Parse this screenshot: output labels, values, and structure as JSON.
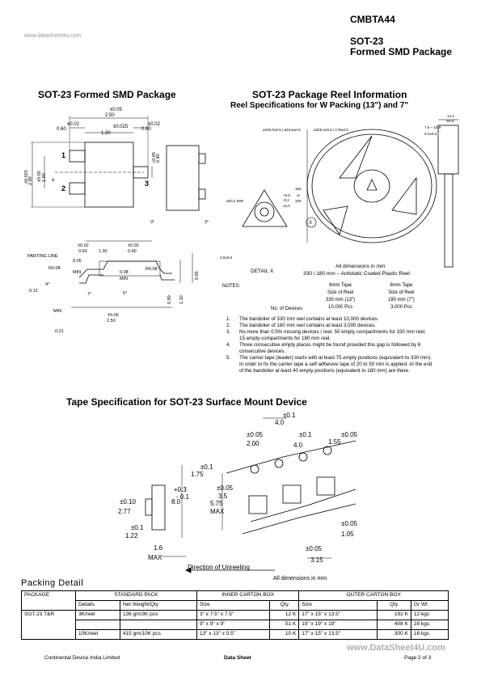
{
  "header": {
    "part": "CMBTA44",
    "package_line1": "SOT-23",
    "package_line2": "Formed SMD Package",
    "watermark_top": "www.datasheet4u.com"
  },
  "smd": {
    "title": "SOT-23 Formed SMD Package",
    "dims_top": [
      "±0.05",
      "2.50",
      "±0.02",
      "±0.025",
      "±0.02",
      "0.60",
      "1.30",
      "0.60"
    ],
    "pins": [
      "1",
      "2",
      "3"
    ],
    "side_dims": [
      "±0.025",
      "2.90",
      "±0.05",
      "1.90",
      "±0.05",
      "0.95",
      "d",
      "+0.05",
      "0.40",
      "-0.02"
    ],
    "angle": "3°",
    "bottom_dims": [
      "±0.02",
      "0.60",
      "1.30",
      "±0.02",
      "0.60",
      "±0.02",
      "0.05",
      "MIN",
      "±0.02",
      "0.08",
      "MIN"
    ],
    "labels": [
      "PARTING LINE",
      "R0.08",
      "R0.08",
      "4°",
      "7°",
      "5°",
      "0.12",
      "±0.01",
      "0.21",
      "MIN",
      "±0.05",
      "2.50",
      "±0.05",
      "0.90",
      "±0.05",
      "1.10",
      "±0.025",
      "0.95"
    ]
  },
  "reel": {
    "title": "SOT-23 Package Reel Information",
    "subtitle": "Reel Specifications for W Packing (13\") and 7\"",
    "dims": [
      "ø100.0±0.5 | ø54.5±0.8",
      "ø329.2±0.5 / 178±0.5",
      "150",
      "or",
      "330",
      "+0.5",
      "-0.2",
      "13.0",
      "ø20.2 MIN",
      "2.0±0.5",
      "14.4",
      "MAX",
      "7.8 ~ 10.9",
      "9.2±0.5"
    ],
    "detail": "DETAIL X",
    "marker": "X",
    "all_dims": "All dimensions in mm",
    "reel_note": "330 / 180 mm – Antistatic Coated Plastic Reel",
    "notes_label": "NOTES:",
    "col1": [
      "8mm Tape",
      "Size of Reel",
      "330 mm (13\")",
      "10,000 Pcs"
    ],
    "col2": [
      "8mm Tape",
      "Size of Reel",
      "180 mm (7\")",
      "3,000 Pcs"
    ],
    "no_of_devices": "No. of Devices",
    "notes": [
      {
        "n": "1.",
        "t": "The bandolier of 330 mm reel contains at least 10,000 devices."
      },
      {
        "n": "2.",
        "t": "The bandolier of 180 mm reel contains at least 3,000 devices."
      },
      {
        "n": "3.",
        "t": "No more than 0.5% missing devices / reel. 50 empty compartments for 330 mm reel."
      },
      {
        "n": "",
        "t": "15 empty compartments for 180 mm reel."
      },
      {
        "n": "4.",
        "t": "Three consecutive empty places might be found provided this gap is followed by 6"
      },
      {
        "n": "",
        "t": "consecutive devices."
      },
      {
        "n": "5.",
        "t": "The carrier tape (leader) starts with at least 75 empty positions (equivalent to 330 mm)."
      },
      {
        "n": "",
        "t": "In order to fix the carrier tape a self adhesive tape of 20 to 50 mm is applied. At the end"
      },
      {
        "n": "",
        "t": "of the bandolier at least 40 empty positions (equivalent to 160 mm) are there."
      }
    ]
  },
  "tape": {
    "title": "Tape Specification for SOT-23 Surface Mount Device",
    "dims": [
      "±0.1",
      "4.0",
      "±0.05",
      "2.00",
      "±0.1",
      "4.0",
      "±0.05",
      "1.55",
      "±0.1",
      "1.75",
      "+0.3",
      "8.0",
      "- 0.1",
      "±0.05",
      "3.5",
      "±0.10",
      "2.77",
      "5.75",
      "MAX",
      "±0.1",
      "1.22",
      "1.6",
      "MAX",
      "±0.05",
      "3.15",
      "±0.05",
      "1.05"
    ],
    "direction": "Direction of Unreeling",
    "all_dims": "All dimensions in mm"
  },
  "packing": {
    "title": "Packing Detail",
    "header1": [
      "PACKAGE",
      "STANDARD PACK",
      "INNER CARTON BOX",
      "OUTER CARTON BOX"
    ],
    "header2": [
      "Details",
      "Net Weight/Qty",
      "Size",
      "Qty",
      "Size",
      "Qty",
      "Gr Wt"
    ],
    "package_name": "SOT-23 T&R",
    "rows": [
      [
        "3K/reel",
        "136 gm/3K pcs",
        "3\" x 7.5\" x 7.5\"",
        "12 K",
        "17\" x 15\" x 13.5\"",
        "192 K",
        "12 kgs"
      ],
      [
        "",
        "",
        "9\" x 9\" x 9\"",
        "51 K",
        "19\" x 19\" x 19\"",
        "408 K",
        "28 kgs"
      ],
      [
        "10K/reel",
        "415 gm/10K pcs",
        "13\" x 13\" x 0.5\"",
        "10 K",
        "17\" x 15\" x 13.5\"",
        "300 K",
        "16 kgs"
      ]
    ]
  },
  "footer": {
    "company": "Continental Device India Limited",
    "doc": "Data Sheet",
    "page": "Page 2 of 3",
    "watermark": "www.DataSheet4U.com"
  }
}
